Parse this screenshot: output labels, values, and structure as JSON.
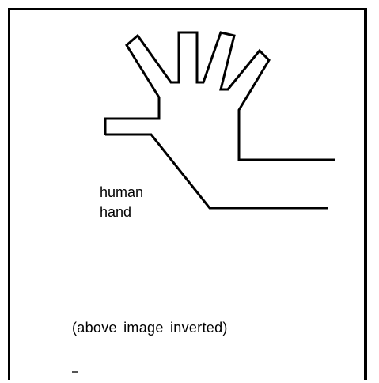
{
  "figure": {
    "label_lines": [
      "human",
      "hand"
    ],
    "caption": "(above image inverted)"
  }
}
